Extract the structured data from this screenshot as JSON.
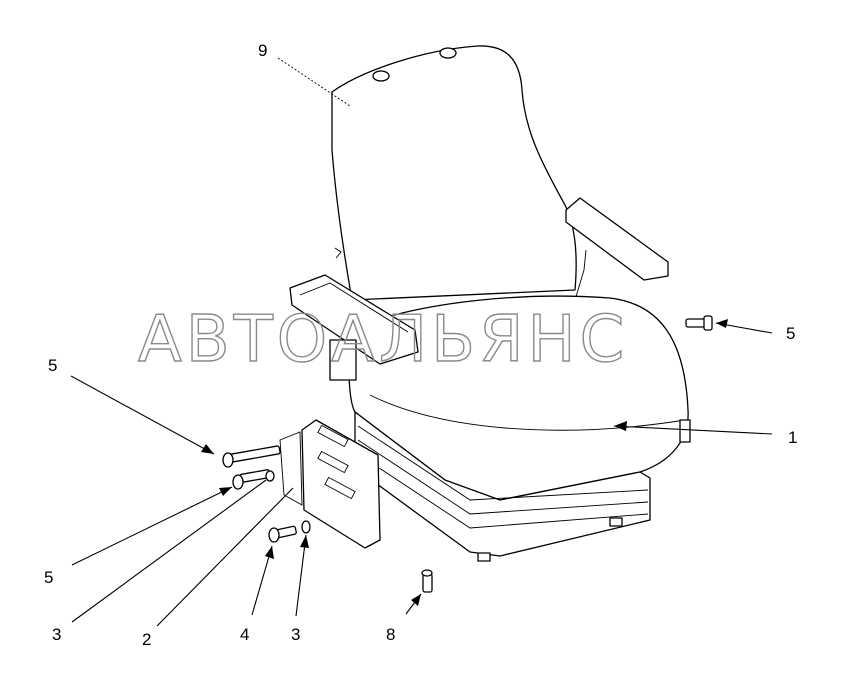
{
  "watermark": "АВТОАЛЬЯНС",
  "callouts": [
    {
      "id": "9",
      "text": "9"
    },
    {
      "id": "5-right",
      "text": "5"
    },
    {
      "id": "1",
      "text": "1"
    },
    {
      "id": "5-left-top",
      "text": "5"
    },
    {
      "id": "5-left-bottom",
      "text": "5"
    },
    {
      "id": "3-left",
      "text": "3"
    },
    {
      "id": "2",
      "text": "2"
    },
    {
      "id": "4",
      "text": "4"
    },
    {
      "id": "3-bottom",
      "text": "3"
    },
    {
      "id": "8",
      "text": "8"
    }
  ]
}
